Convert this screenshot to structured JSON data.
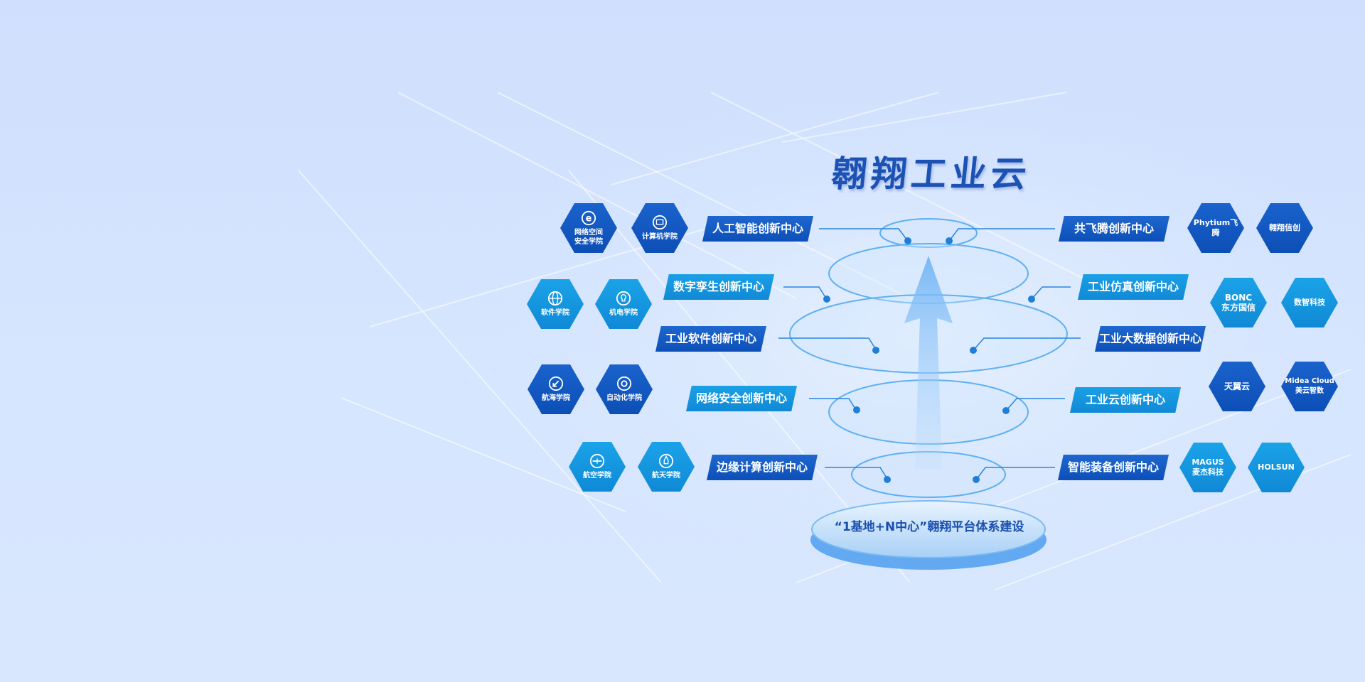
{
  "title": "翱翔工业云",
  "base_label": "“1基地+N中心”翱翔平台体系建设",
  "centers_left": [
    {
      "label": "人工智能创新中心"
    },
    {
      "label": "数字孪生创新中心"
    },
    {
      "label": "工业软件创新中心"
    },
    {
      "label": "网络安全创新中心"
    },
    {
      "label": "边缘计算创新中心"
    }
  ],
  "centers_right": [
    {
      "label": "共飞腾创新中心"
    },
    {
      "label": "工业仿真创新中心"
    },
    {
      "label": "工业大数据创新中心"
    },
    {
      "label": "工业云创新中心"
    },
    {
      "label": "智能装备创新中心"
    }
  ],
  "colleges": [
    {
      "label": "网络空间\n安全学院",
      "icon": "ie-icon"
    },
    {
      "label": "计算机学院",
      "icon": "monitor-icon"
    },
    {
      "label": "软件学院",
      "icon": "globe-icon"
    },
    {
      "label": "机电学院",
      "icon": "gear-bulb-icon"
    },
    {
      "label": "航海学院",
      "icon": "arrow-icon"
    },
    {
      "label": "自动化学院",
      "icon": "gear-icon"
    },
    {
      "label": "航空学院",
      "icon": "plane-icon"
    },
    {
      "label": "航天学院",
      "icon": "rocket-icon"
    }
  ],
  "partners": [
    {
      "label": "Phytium飞腾"
    },
    {
      "label": "翱翔信创"
    },
    {
      "label": "BONC\n东方国信"
    },
    {
      "label": "数智科技"
    },
    {
      "label": "天翼云"
    },
    {
      "label": "Midea Cloud\n美云智数"
    },
    {
      "label": "MAGUS\n麦杰科技"
    },
    {
      "label": "HOLSUN"
    }
  ],
  "colors": {
    "dark": "#0d4fb8",
    "light": "#1189d6",
    "title": "#1c52b4"
  }
}
